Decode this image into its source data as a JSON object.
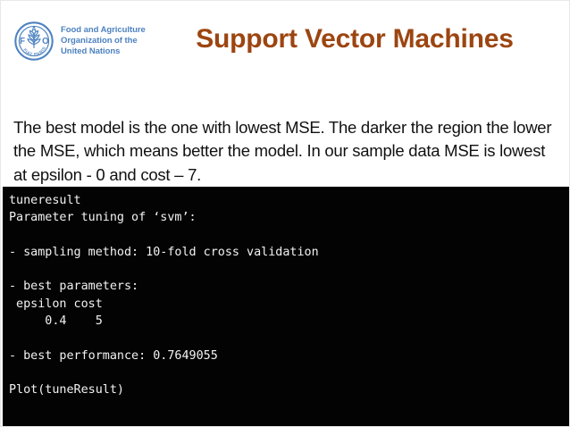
{
  "slide": {
    "background_color": "#ffffff",
    "title": "Support Vector Machines",
    "title_color": "#9c4511"
  },
  "logo": {
    "emblem_name": "fao-emblem",
    "emblem_color": "#4d82c0",
    "emblem_letters": [
      "F",
      "A",
      "O"
    ],
    "emblem_motto": "FIAT PANIS",
    "wordmark_color": "#4d82c0",
    "wordmark_lines": [
      "Food and Agriculture",
      "Organization of the",
      "United Nations"
    ]
  },
  "body": {
    "paragraph": "The best model is the one with lowest MSE. The darker the region the lower the MSE, which means better the model. In our sample data MSE is lowest at epsilon - 0 and cost – 7."
  },
  "console": {
    "background_color": "#030303",
    "text_color": "#f2f2f2",
    "lines": [
      "tuneresult",
      "Parameter tuning of ‘svm’:",
      "",
      "- sampling method: 10-fold cross validation",
      "",
      "- best parameters:",
      " epsilon cost",
      "     0.4    5",
      "",
      "- best performance: 0.7649055",
      "",
      "Plot(tuneResult)"
    ],
    "text": "tuneresult\nParameter tuning of ‘svm’:\n\n- sampling method: 10-fold cross validation\n\n- best parameters:\n epsilon cost\n     0.4    5\n\n- best performance: 0.7649055\n\nPlot(tuneResult)"
  }
}
